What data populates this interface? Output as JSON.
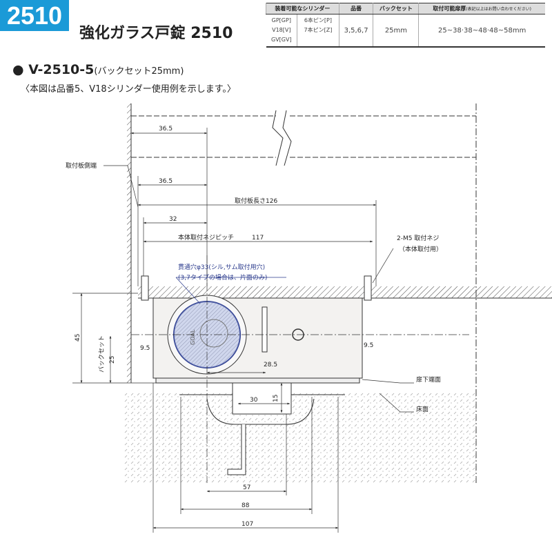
{
  "header": {
    "badge": "2510",
    "title": "強化ガラス戸錠 2510"
  },
  "spec_table": {
    "headers": [
      "装着可能なシリンダー",
      "品番",
      "バックセット",
      "取付可能扉厚",
      "(表記以上はお問い合わせください)"
    ],
    "cylinders": [
      "GP[GP]",
      "V18[V]",
      "GV[GV]"
    ],
    "pins": [
      "6本ピン[P]",
      "7本ピン[Z]"
    ],
    "model_numbers": "3,5,6,7",
    "backset": "25mm",
    "door_thickness": "25~38·38~48·48~58mm"
  },
  "section": {
    "title": "● V-2510-5",
    "subtitle": "(バックセット25mm)",
    "note": "〈本図は品番5、V18シリンダー使用例を示します。〉"
  },
  "drawing": {
    "labels": {
      "plate_edge": "取付板側端",
      "plate_length": "取付板長さ126",
      "screw_pitch": "本体取付ネジピッチ",
      "screws_1": "2-M5 取付ネジ",
      "screws_2": "（本体取付用）",
      "hole_1": "貫通穴φ33(シル,サム取付用穴)",
      "hole_2": "(3,7タイプの場合は、片面のみ)",
      "backset": "バックセット",
      "door_bottom": "扉下端面",
      "floor": "床面",
      "cylinder_brand": "GOAL"
    },
    "dims": {
      "d365a": "36.5",
      "d365b": "36.5",
      "d32": "32",
      "d117": "117",
      "d45": "45",
      "d25": "25",
      "d95l": "9.5",
      "d95r": "9.5",
      "d285": "28.5",
      "d30": "30",
      "d15": "15",
      "d57": "57",
      "d88": "88",
      "d107": "107"
    }
  },
  "colors": {
    "brand": "#1b9ad7",
    "annotation": "#2a3a8c",
    "cylinder": "#9fb0e0"
  }
}
